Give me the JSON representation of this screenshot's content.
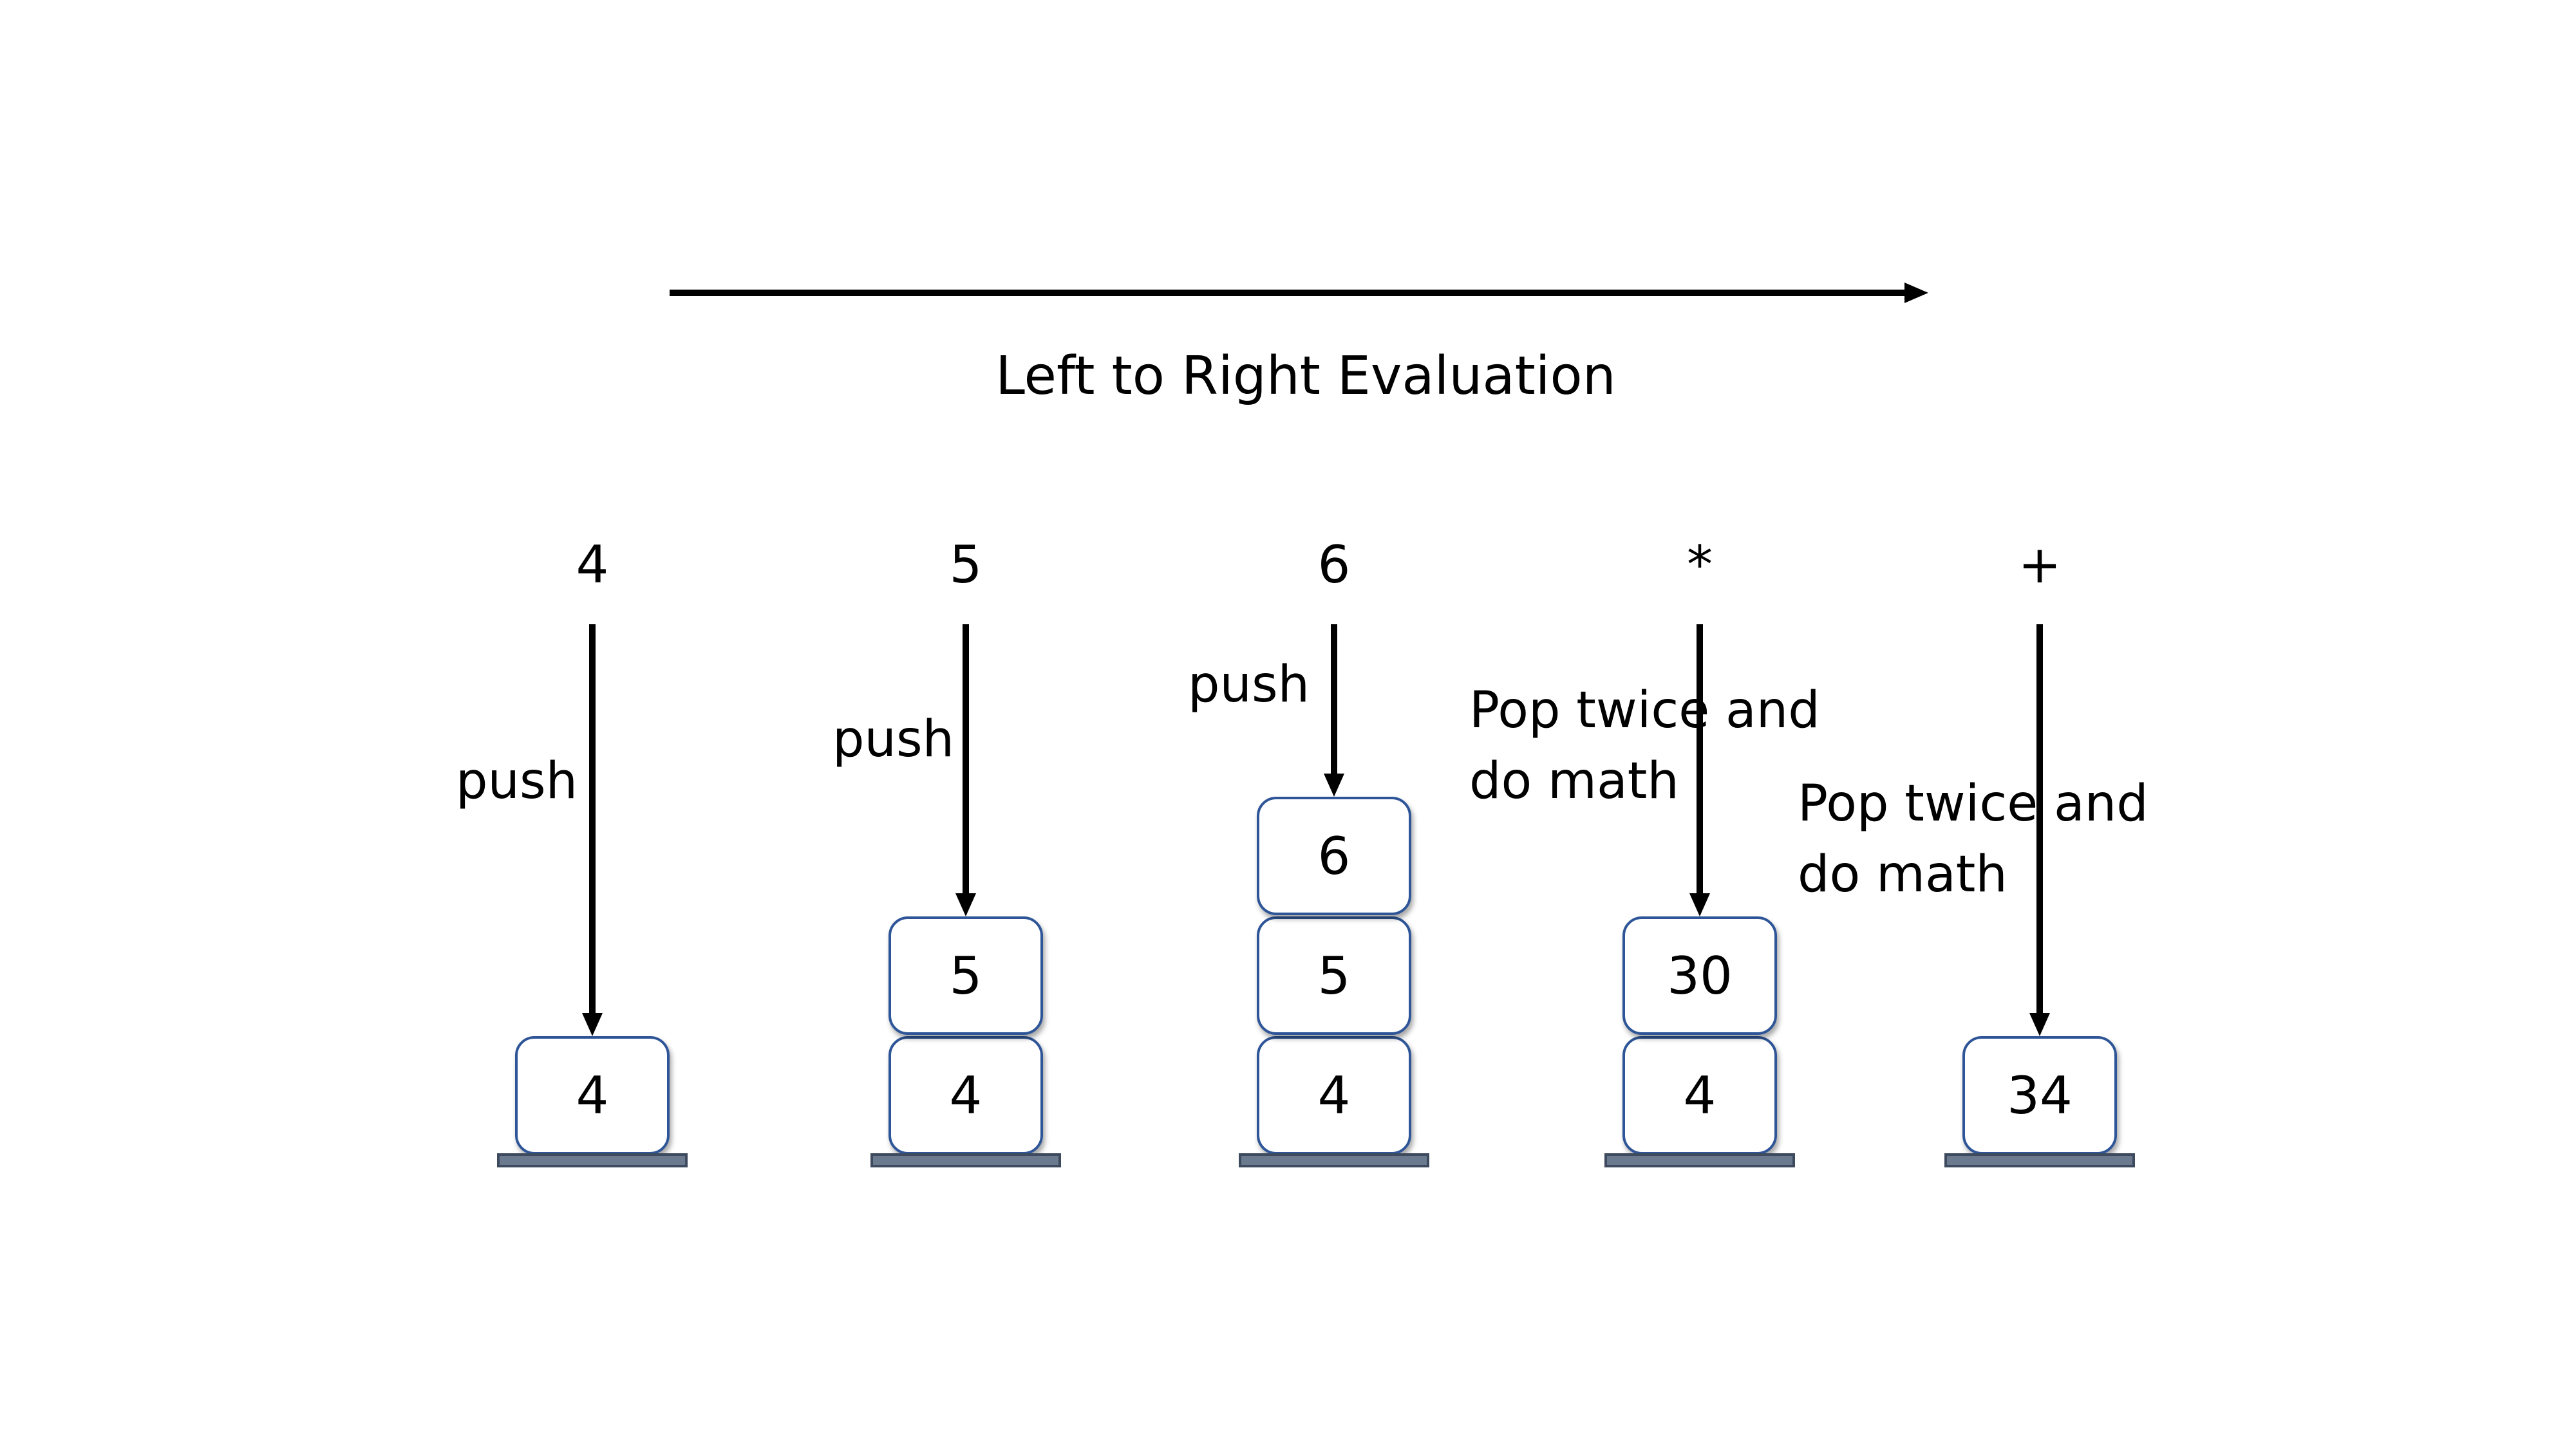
{
  "title": "Left to Right Evaluation",
  "colors": {
    "box_border": "#2f5597",
    "box_fill": "#ffffff",
    "base_fill": "#6b7a8f",
    "arrow": "#000000"
  },
  "steps": [
    {
      "token": "4",
      "label_lines": [
        "push"
      ],
      "stack": [
        "4"
      ]
    },
    {
      "token": "5",
      "label_lines": [
        "push"
      ],
      "stack": [
        "4",
        "5"
      ]
    },
    {
      "token": "6",
      "label_lines": [
        "push"
      ],
      "stack": [
        "4",
        "5",
        "6"
      ]
    },
    {
      "token": "*",
      "label_lines": [
        "Pop twice and",
        "do math"
      ],
      "stack": [
        "4",
        "30"
      ]
    },
    {
      "token": "+",
      "label_lines": [
        "Pop twice and",
        "do math"
      ],
      "stack": [
        "34"
      ]
    }
  ]
}
